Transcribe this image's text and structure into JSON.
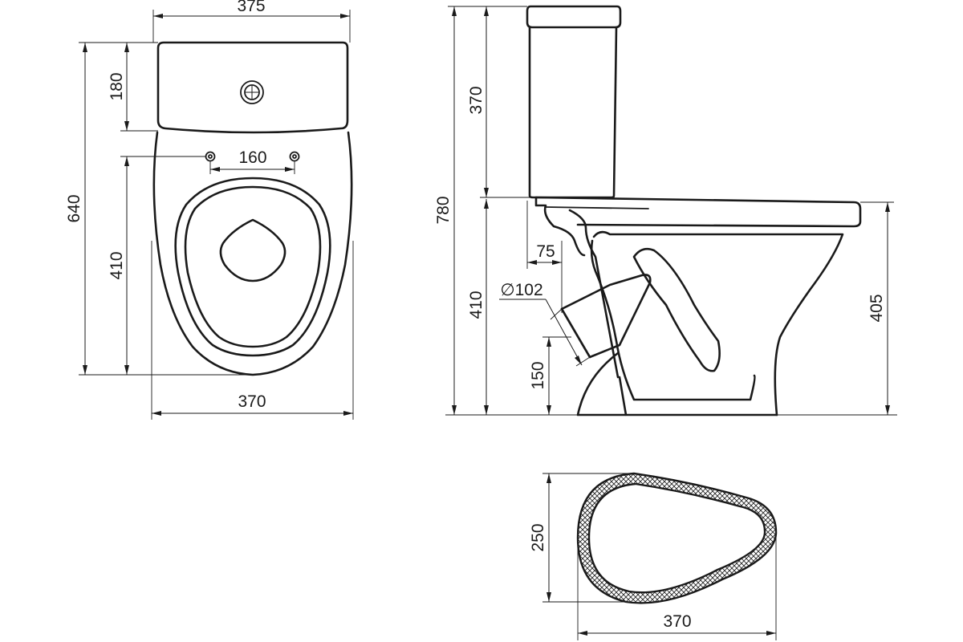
{
  "accent_colors": {
    "line": "#1a1a1a",
    "background": "#ffffff"
  },
  "top_view": {
    "dims": {
      "tank_width": "375",
      "tank_depth": "180",
      "hole_spacing": "160",
      "total_depth": "640",
      "bowl_depth": "410",
      "bowl_width": "370"
    }
  },
  "side_view": {
    "dims": {
      "tank_height": "370",
      "total_height": "780",
      "seat_height": "410",
      "outlet_offset": "75",
      "outlet_diameter": "∅102",
      "outlet_height": "150",
      "rim_height": "405"
    }
  },
  "base_view": {
    "dims": {
      "base_depth": "250",
      "base_width": "370"
    }
  }
}
